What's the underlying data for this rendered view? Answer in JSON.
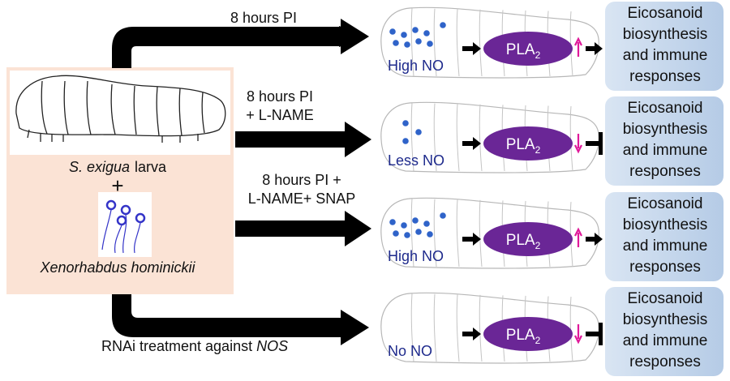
{
  "source": {
    "species": "S. exigua",
    "larva_word": "larva",
    "plus": "+",
    "bacterium": "Xenorhabdus hominickii"
  },
  "branches": [
    {
      "condition_lines": [
        "8 hours PI"
      ],
      "no_label": "High NO",
      "dots": 9,
      "pla_level": "up",
      "outcome": "promoted"
    },
    {
      "condition_lines": [
        "8 hours PI",
        "+ L-NAME"
      ],
      "no_label": "Less NO",
      "dots": 3,
      "pla_level": "down",
      "outcome": "inhibited"
    },
    {
      "condition_lines": [
        "8 hours PI +",
        "L-NAME+ SNAP"
      ],
      "no_label": "High NO",
      "dots": 9,
      "pla_level": "up",
      "outcome": "promoted"
    },
    {
      "condition_lines": [],
      "no_label": "No NO",
      "dots": 0,
      "pla_level": "down",
      "outcome": "inhibited"
    }
  ],
  "rnai_label": {
    "prefix": "RNAi treatment against ",
    "gene": "NOS"
  },
  "pla": {
    "base": "PLA",
    "subscript": "2"
  },
  "outcome_lines": [
    "Eicosanoid",
    "biosynthesis",
    "and immune",
    "responses"
  ],
  "colors": {
    "source_panel": "#fbe3d5",
    "pla_fill": "#6a2696",
    "dot": "#2f63c9",
    "no_text": "#1e2a8c",
    "arrow_pink": "#e0199a",
    "outcome_box": "#c2d4ea",
    "bacteria": "#3434c8"
  }
}
